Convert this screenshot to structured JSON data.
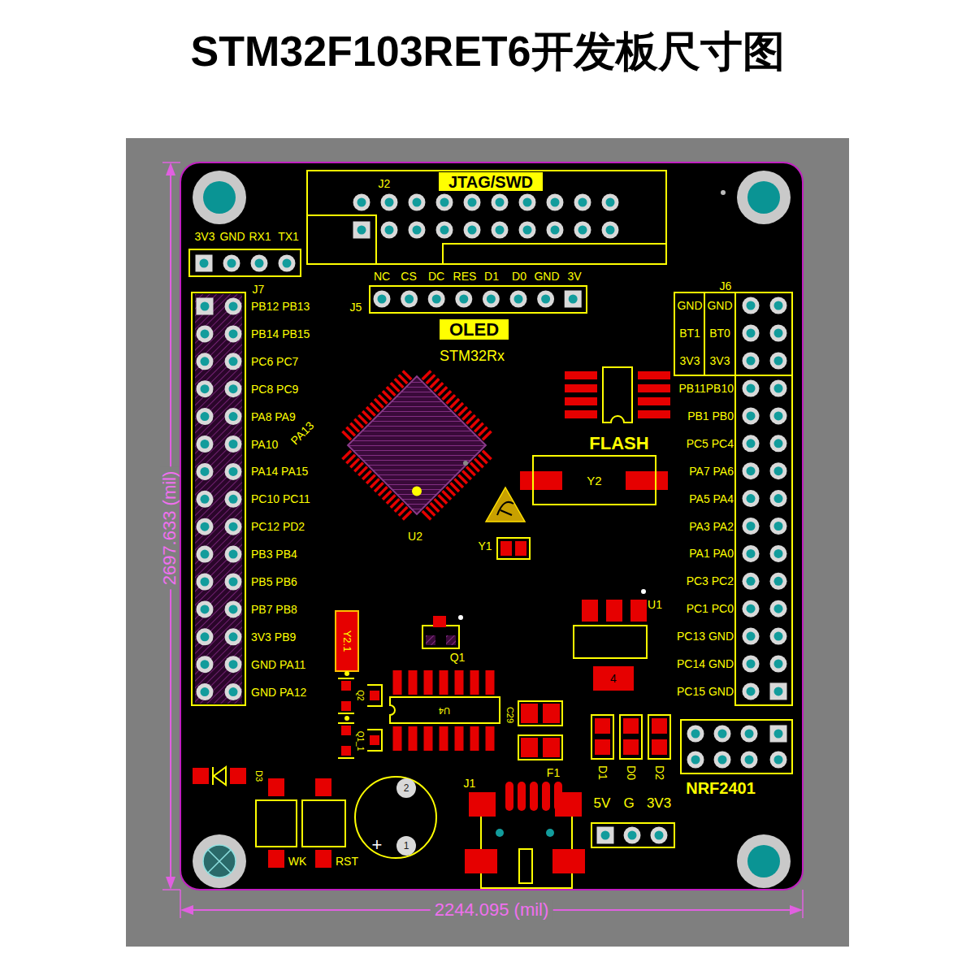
{
  "diagram": {
    "title": "STM32F103RET6开发板尺寸图",
    "nodes": [
      {
        "text": [
          "JTAG/SWD"
        ]
      },
      {
        "text": [
          "OLED"
        ]
      },
      {
        "text": [
          "Y2"
        ]
      },
      {
        "text": [
          "4"
        ]
      }
    ],
    "labels": [
      "J2",
      "3V3",
      "GND",
      "RX1",
      "TX1",
      "NC",
      "CS",
      "DC",
      "RES",
      "D1",
      "D0",
      "GND",
      "3V",
      "J5",
      "J7",
      "STM32Rx",
      "PB12 PB13",
      "PB14 PB15",
      "PC6 PC7",
      "PC8 PC9",
      "PA8 PA9",
      "PA10",
      "PA14 PA15",
      "PC10 PC11",
      "PC12 PD2",
      "PB3 PB4",
      "PB5 PB6",
      "PB7 PB8",
      "3V3 PB9",
      "GND PA11",
      "GND PA12",
      "PA13",
      "U2",
      "Y1",
      "FLASH",
      "J6",
      "GND",
      "GND",
      "BT1",
      "BT0",
      "3V3",
      "3V3",
      "PB11PB10",
      "PB1 PB0",
      "PC5 PC4",
      "PA7 PA6",
      "PA5 PA4",
      "PA3 PA2",
      "PA1 PA0",
      "PC3 PC2",
      "PC1 PC0",
      "PC13 GND",
      "PC14 GND",
      "PC15 GND",
      "U1",
      "Q1",
      "Y2.1",
      "Q2",
      "Q1_1",
      "U4",
      "C29",
      "D3",
      "WK",
      "RST",
      "2",
      "1",
      "+",
      "J1",
      "F1",
      "D1",
      "D0",
      "D2",
      "5V",
      "G",
      "3V3",
      "NRF2401",
      "2697.633 (mil)",
      "2244.095 (mil)"
    ]
  }
}
